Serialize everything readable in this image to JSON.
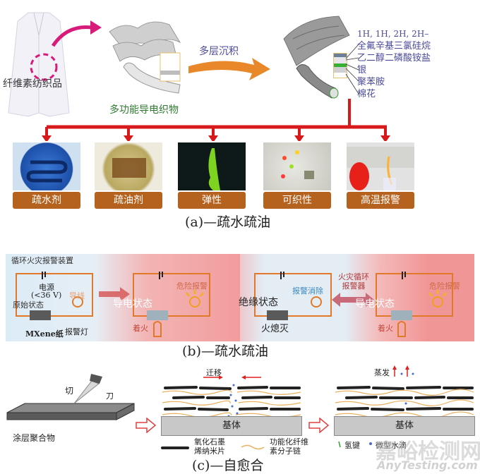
{
  "panel_a": {
    "caption": "(a)—疏水疏油",
    "coat_label": "纤维素纺织品",
    "fabric_label": "多功能导电织物",
    "process_label": "多层沉积",
    "layers": [
      "1H, 1H, 2H, 2H–",
      "全氟辛基三氯硅烷",
      "乙二醇二磷酸铵盐",
      "银",
      "聚苯胺",
      "棉花"
    ],
    "applications": [
      "疏水剂",
      "疏油剂",
      "弹性",
      "可织性",
      "高温报警"
    ]
  },
  "panel_b": {
    "caption": "(b)—疏水疏油",
    "device_title": "循环火灾报警装置",
    "power_label": "电源",
    "voltage_label": "(<36 V)",
    "wire_label": "导线",
    "initial_state": "原始状态",
    "paper_label": "MXene纸",
    "lamp_label": "报警灯",
    "conductive_state": "导电状态",
    "danger_alarm": "危险报警",
    "on_fire": "着火",
    "insulating_state": "绝缘状态",
    "alarm_cleared": "报警消除",
    "fire_out": "火熄灭",
    "cycle_alarm_line1": "火灾循环",
    "cycle_alarm_line2": "报警器"
  },
  "panel_c": {
    "caption": "(c)—自愈合",
    "knife_cut": "切",
    "knife_blade": "刀",
    "coating_label": "涂层聚合物",
    "migrate_label": "迁移",
    "evaporate_label": "蒸发",
    "substrate_label": "基体",
    "legend": {
      "go_line1": "氧化石墨",
      "go_line2": "烯纳米片",
      "cell_line1": "功能化纤维",
      "cell_line2": "素分子链",
      "hbond": "氢键",
      "water": "微型水滴"
    }
  },
  "watermark": {
    "cn": "嘉峪检测网",
    "en": "AnyTesting.com"
  },
  "colors": {
    "arrow_red": "#d7191c",
    "chip_brown": "#b5621e",
    "orange": "#e8882a",
    "label_blue": "#4a4a9a",
    "green": "#2f7a2f",
    "alarm_pink": "#f3a0a0"
  }
}
